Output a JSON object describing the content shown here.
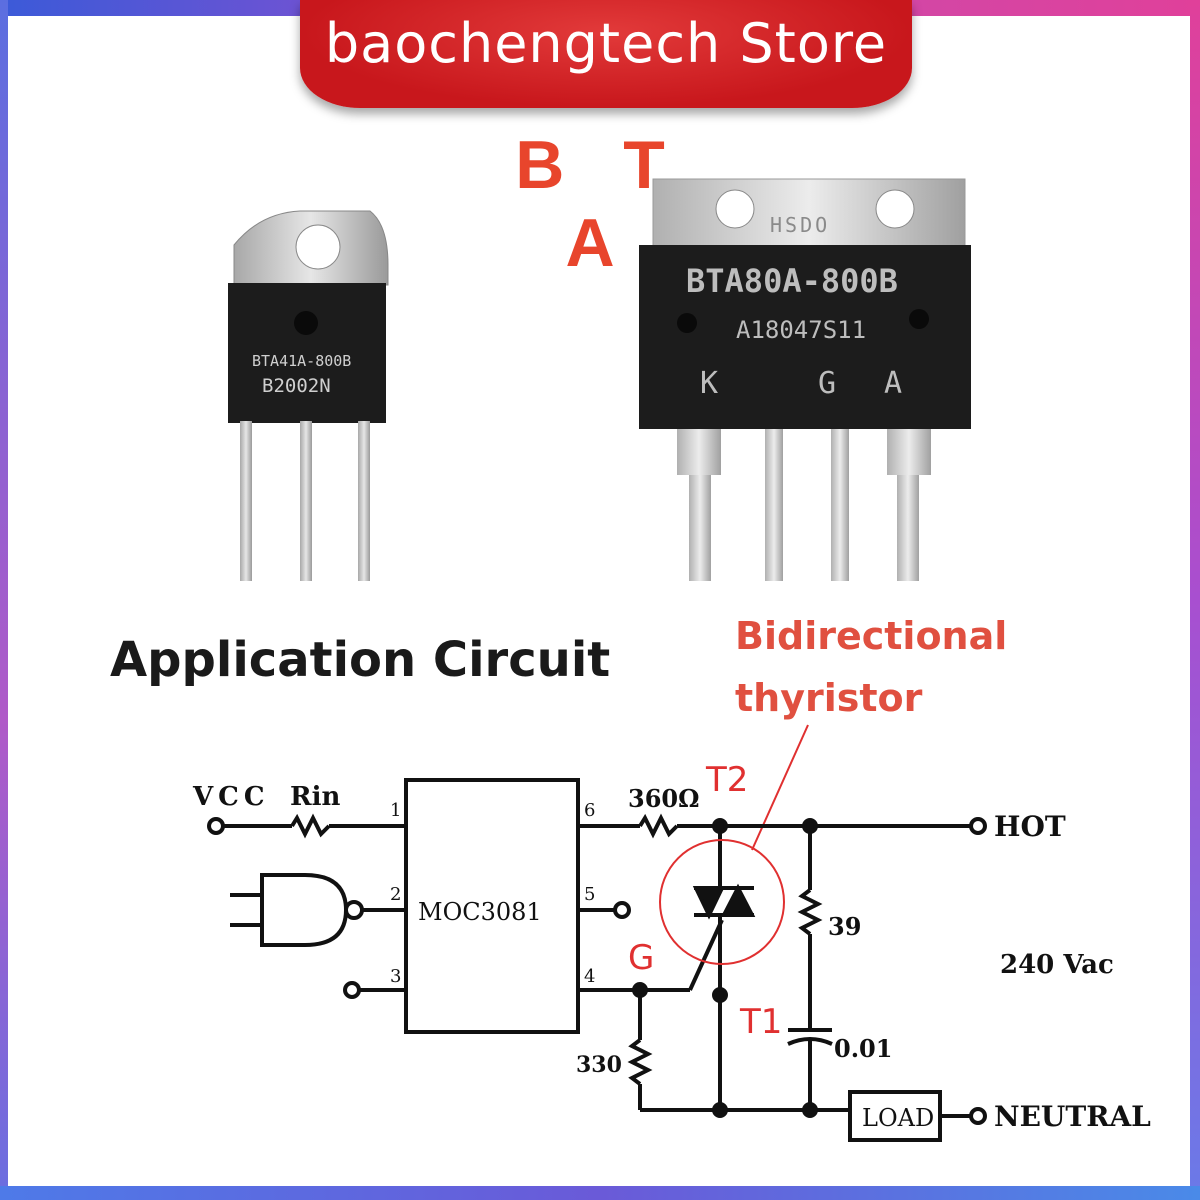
{
  "banner": {
    "store_name": "baochengtech Store"
  },
  "product": {
    "title": "B T A"
  },
  "chip_small": {
    "line1": "BTA41A-800B",
    "line2": "B2002N"
  },
  "chip_large": {
    "tab_text": "HSDO",
    "line1": "BTA80A-800B",
    "line2": "A18047S11",
    "pin_k": "K",
    "pin_g": "G",
    "pin_a": "A"
  },
  "section": {
    "title": "Application Circuit"
  },
  "annotation": {
    "line1": "Bidirectional",
    "line2": "thyristor"
  },
  "circuit": {
    "vcc": "VCC",
    "rin": "Rin",
    "ic_label": "MOC3081",
    "pin1": "1",
    "pin2": "2",
    "pin3": "3",
    "pin4": "4",
    "pin5": "5",
    "pin6": "6",
    "r_gate": "360Ω",
    "r_330": "330",
    "r_39": "39",
    "cap": "0.01",
    "hot": "HOT",
    "neutral": "NEUTRAL",
    "voltage": "240 Vac",
    "load": "LOAD",
    "t2": "T2",
    "t1": "T1",
    "g": "G"
  },
  "colors": {
    "banner_red": "#c8171c",
    "accent_red": "#e8452c",
    "chip_black": "#1c1c1c",
    "metal": "#c8c8c8"
  }
}
